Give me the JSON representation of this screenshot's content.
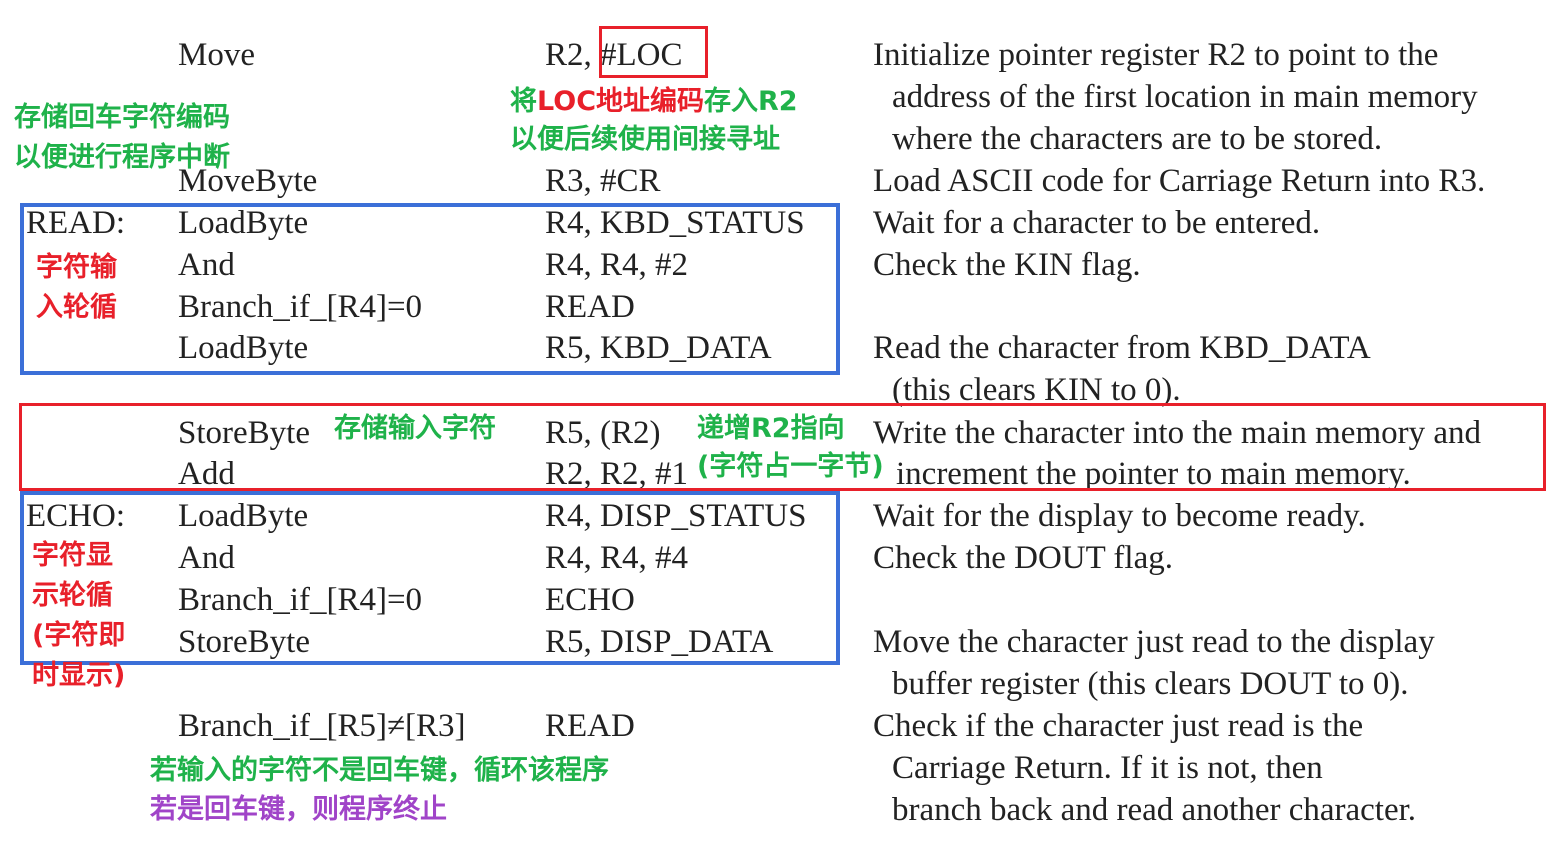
{
  "rows": [
    {
      "label": "",
      "instruction": "Move",
      "operands_plain": "R2, ",
      "operands_boxed": "#LOC",
      "comment": [
        "Initialize pointer register R2 to point to the",
        "address of the first location in main memory",
        "where the characters are to be stored."
      ]
    },
    {
      "label": "",
      "instruction": "MoveByte",
      "operands": "R3, #CR",
      "comment": [
        "Load ASCII code for Carriage Return into R3."
      ]
    },
    {
      "label": "READ:",
      "instruction": "LoadByte",
      "operands": "R4, KBD_STATUS",
      "comment": [
        "Wait for a character to be entered."
      ]
    },
    {
      "label": "",
      "instruction": "And",
      "operands": "R4, R4, #2",
      "comment": [
        "Check the KIN flag."
      ]
    },
    {
      "label": "",
      "instruction": "Branch_if_[R4]=0",
      "operands": "READ",
      "comment": []
    },
    {
      "label": "",
      "instruction": "LoadByte",
      "operands": "R5, KBD_DATA",
      "comment": [
        "Read the character from KBD_DATA",
        "(this clears KIN to 0)."
      ]
    },
    {
      "label": "",
      "instruction": "StoreByte",
      "operands": "R5, (R2)",
      "comment": [
        "Write the character into the main memory and"
      ]
    },
    {
      "label": "",
      "instruction": "Add",
      "operands": "R2, R2, #1",
      "comment": [
        "increment the pointer to main memory."
      ]
    },
    {
      "label": "ECHO:",
      "instruction": "LoadByte",
      "operands": "R4, DISP_STATUS",
      "comment": [
        "Wait for the display to become ready."
      ]
    },
    {
      "label": "",
      "instruction": "And",
      "operands": "R4, R4, #4",
      "comment": [
        "Check the DOUT flag."
      ]
    },
    {
      "label": "",
      "instruction": "Branch_if_[R4]=0",
      "operands": "ECHO",
      "comment": []
    },
    {
      "label": "",
      "instruction": "StoreByte",
      "operands": "R5, DISP_DATA",
      "comment": [
        "Move the character just read to the display",
        "buffer register (this clears DOUT to 0)."
      ]
    },
    {
      "label": "",
      "instruction": "Branch_if_[R5]≠[R3]",
      "operands": "READ",
      "comment": [
        "Check if the character just read is the",
        "Carriage Return. If it is not, then",
        "branch back and read another character."
      ]
    }
  ],
  "annotations": {
    "store_cr": [
      "存储回车字符编码",
      "以便进行程序中断"
    ],
    "loc_address": {
      "part1": "将",
      "part2": "LOC地址编码",
      "part3": "存入R2",
      "line2": "以便后续使用间接寻址"
    },
    "input_loop": [
      "字符输",
      "入轮循"
    ],
    "store_input": "存储输入字符",
    "increment_r2": [
      "递增R2指向",
      "(字符占一字节)"
    ],
    "display_loop": [
      "字符显",
      "示轮循",
      "(字符即",
      "时显示)"
    ],
    "loop_if_not_cr": "若输入的字符不是回车键，循环该程序",
    "end_if_cr": "若是回车键，则程序终止"
  },
  "colors": {
    "green": "#1fb24a",
    "red": "#e8202a",
    "purple": "#a044c8",
    "blue": "#3b6fd8",
    "text": "#222222"
  }
}
